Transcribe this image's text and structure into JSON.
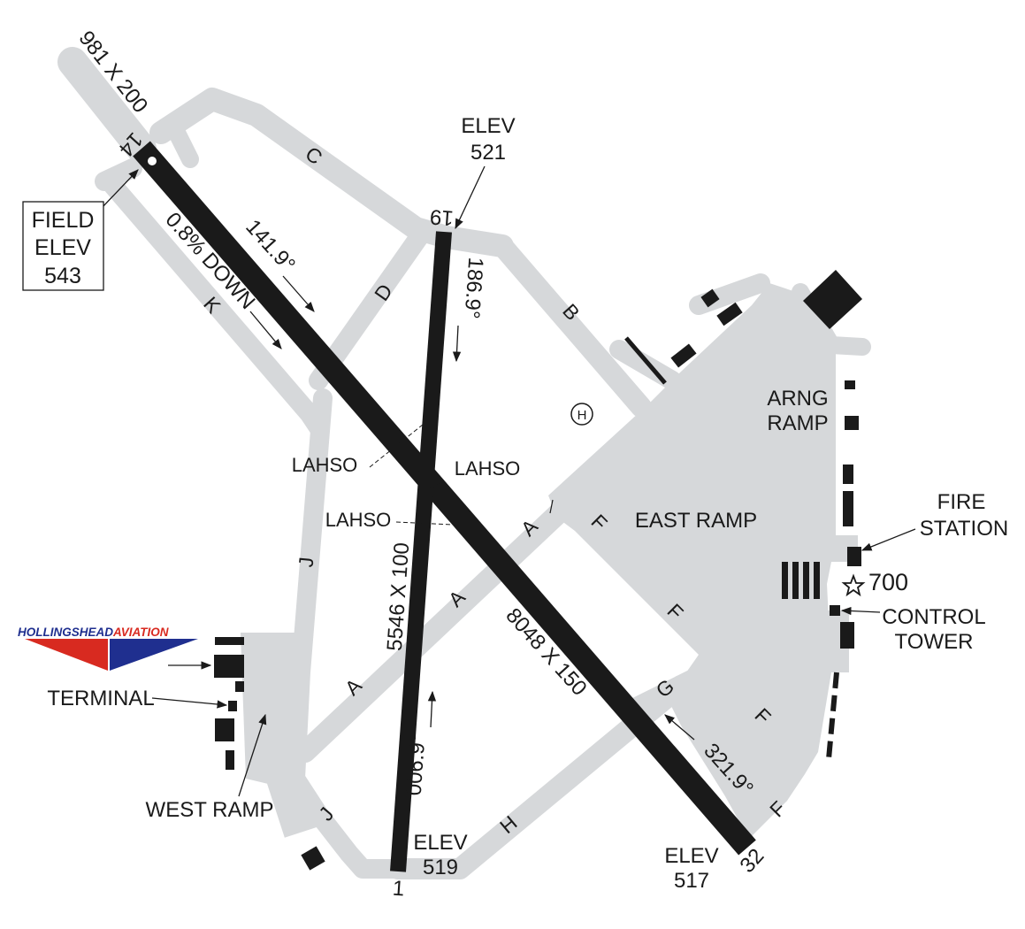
{
  "runways": {
    "rwy_14_32": {
      "end_a": "14",
      "end_b": "32",
      "dimensions": "8048 X 150",
      "heading_a": "141.9°",
      "heading_b": "321.9°",
      "slope": "0.8% DOWN"
    },
    "rwy_1_19": {
      "end_a": "1",
      "end_b": "19",
      "dimensions": "5546 X 100",
      "heading_a": "006.9°",
      "heading_b": "186.9°"
    },
    "overrun": "981 X 200"
  },
  "elevations": {
    "field_label_1": "FIELD",
    "field_label_2": "ELEV",
    "field_value": "543",
    "elev_label": "ELEV",
    "rwy19_value": "521",
    "rwy1_value": "519",
    "rwy32_value": "517"
  },
  "taxiways": {
    "A": "A",
    "B": "B",
    "C": "C",
    "D": "D",
    "F": "F",
    "G": "G",
    "H": "H",
    "J": "J",
    "K": "K"
  },
  "lahso": "LAHSO",
  "areas": {
    "east_ramp": "EAST RAMP",
    "west_ramp": "WEST RAMP",
    "arng_1": "ARNG",
    "arng_2": "RAMP",
    "terminal": "TERMINAL",
    "fire_1": "FIRE",
    "fire_2": "STATION",
    "tower_1": "CONTROL",
    "tower_2": "TOWER",
    "beacon_height": "700",
    "helipad": "H"
  },
  "logo": {
    "text_a": "HOLLINGSHEAD",
    "text_b": "AVIATION",
    "color_a": "#1f2f8f",
    "color_b": "#d82a20"
  },
  "colors": {
    "runway": "#1a1a1a",
    "pavement": "#d6d8da",
    "text": "#1a1a1a"
  }
}
